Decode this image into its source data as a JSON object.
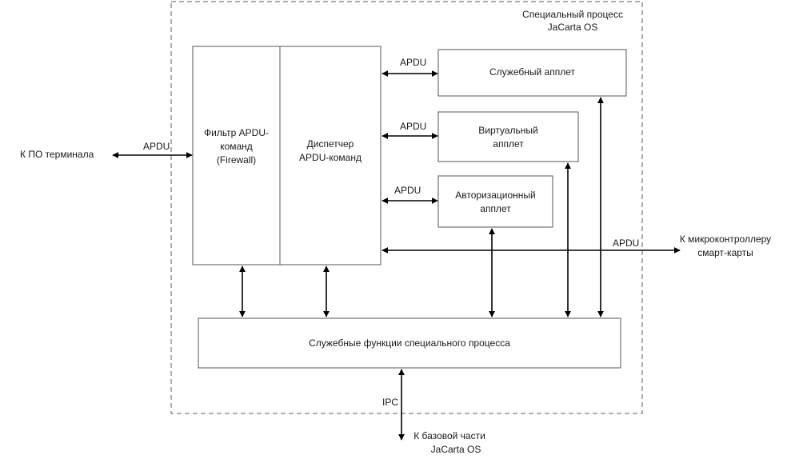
{
  "container": {
    "title_line1": "Специальный процесс",
    "title_line2": "JaCarta OS"
  },
  "blocks": {
    "filter": {
      "line1": "Фильтр APDU-",
      "line2": "команд",
      "line3": "(Firewall)"
    },
    "dispatcher": {
      "line1": "Диспетчер",
      "line2": "APDU-команд"
    },
    "service_applet": {
      "label": "Служебный апплет"
    },
    "virtual_applet": {
      "line1": "Виртуальный",
      "line2": "апплет"
    },
    "auth_applet": {
      "line1": "Авторизационный",
      "line2": "апплет"
    },
    "service_functions": {
      "label": "Служебные функции специального процесса"
    }
  },
  "connections": {
    "apdu_label": "APDU",
    "ipc_label": "IPC"
  },
  "external": {
    "terminal": "К ПО терминала",
    "microcontroller_line1": "К микроконтроллеру",
    "microcontroller_line2": "смарт-карты",
    "base_line1": "К базовой части",
    "base_line2": "JaCarta OS"
  }
}
